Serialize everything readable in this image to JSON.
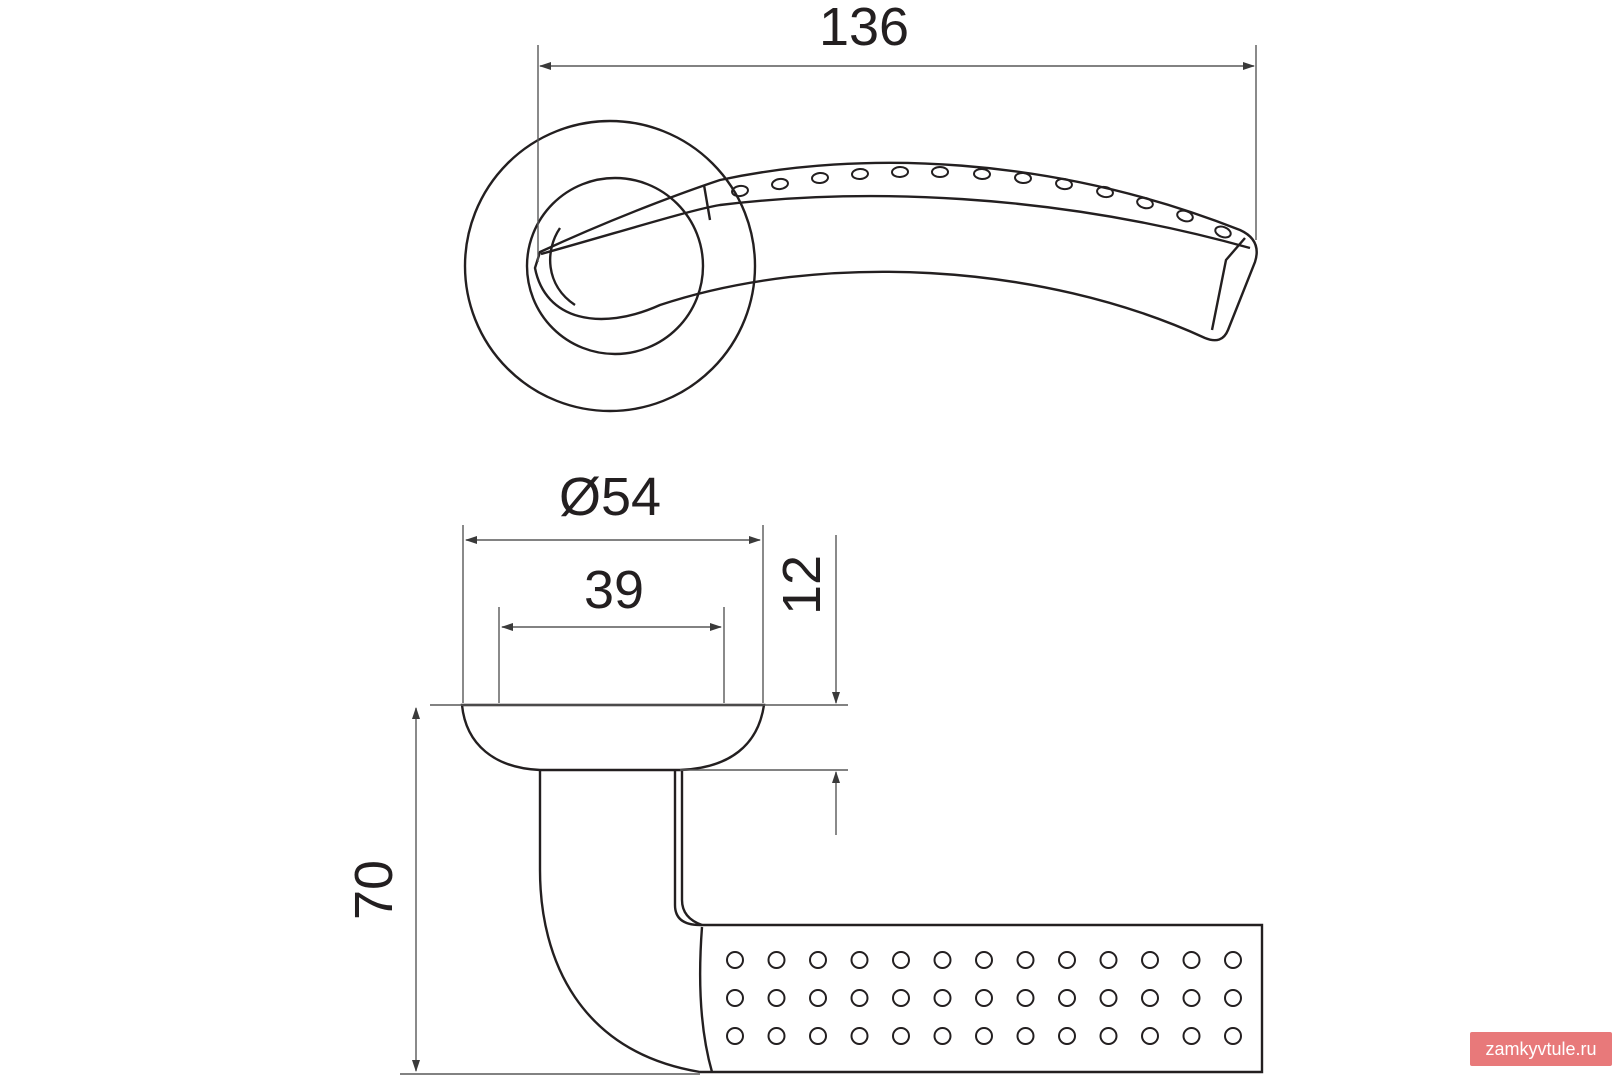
{
  "dimensions": {
    "lever_length": "136",
    "rosette_diameter": "Ø54",
    "rosette_inner_diameter": "39",
    "rosette_height": "12",
    "lever_height": "70"
  },
  "watermark": "zamkyvtule.ru",
  "colors": {
    "line": "#231f20",
    "dimension_line": "#595959",
    "watermark_bg": "#e8797a",
    "background": "#ffffff"
  }
}
